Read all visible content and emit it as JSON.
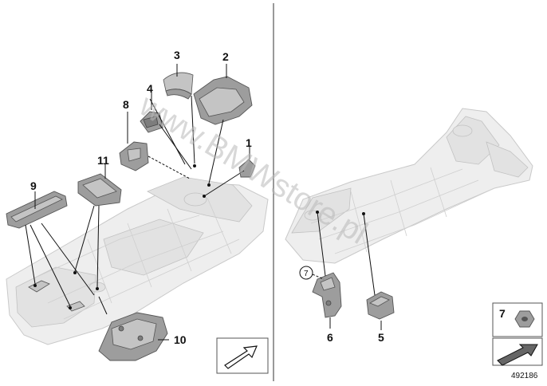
{
  "labels": {
    "l1": "1",
    "l2": "2",
    "l3": "3",
    "l4": "4",
    "l5": "5",
    "l6": "6",
    "l7": "7",
    "l8": "8",
    "l9": "9",
    "l10": "10",
    "l11": "11"
  },
  "ref_callout": "7",
  "legend_item": "7",
  "watermark": "www.BMWstore.pl",
  "diagram_number": "492186"
}
